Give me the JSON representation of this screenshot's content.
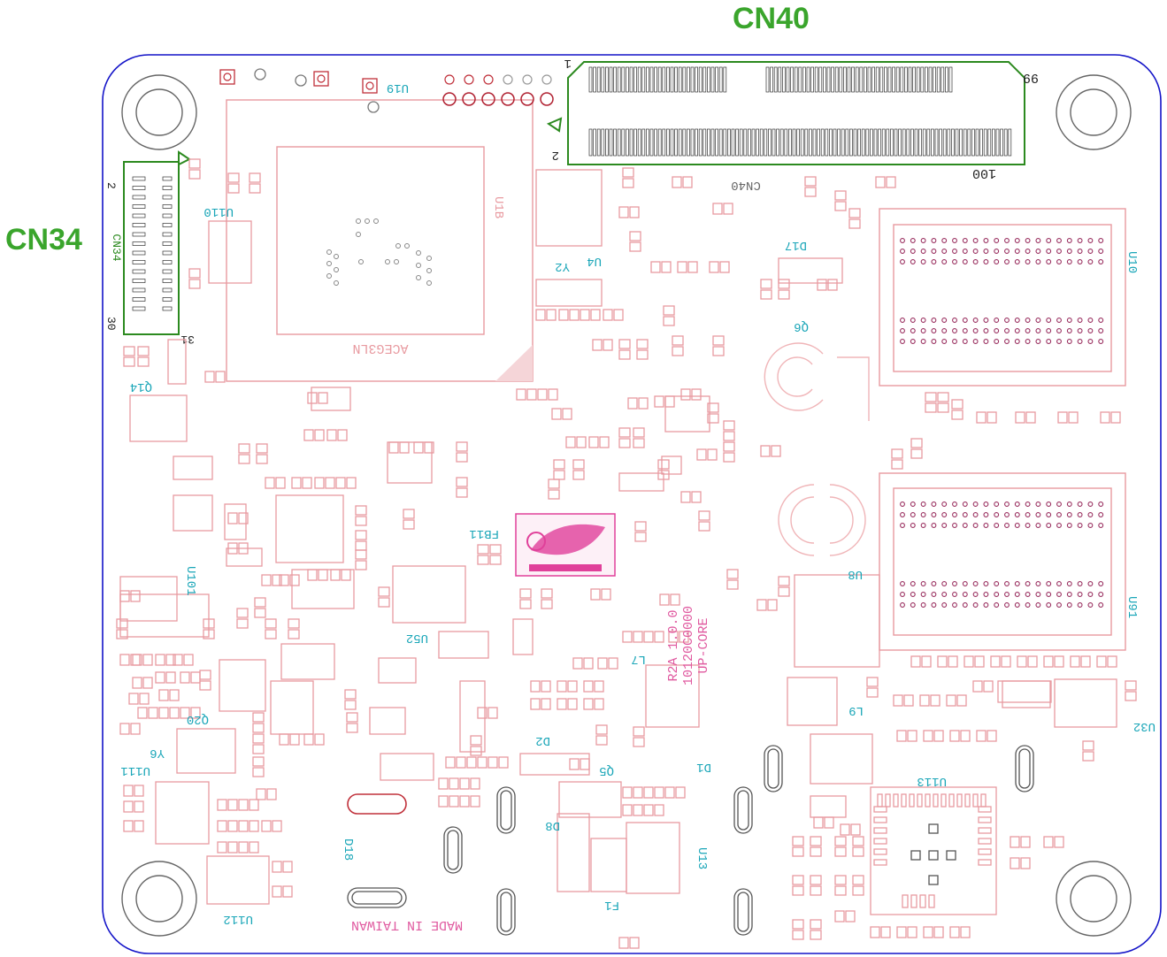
{
  "callouts": {
    "cn40": "CN40",
    "cn34": "CN34"
  },
  "board_text": {
    "made_in": "MADE IN TAIWAN",
    "board_name": "UP-CORE",
    "board_rev": "R2A 1.0.0",
    "board_code": "10120C0000",
    "soc": "ACEG3LN",
    "silk_cn40": "CN40",
    "silk_cn34": "CN34",
    "pin_99": "99",
    "pin_100": "100",
    "pin_1": "1",
    "pin_2": "2",
    "cn34_pin_2": "2",
    "cn34_pin_30": "30",
    "cn34_pin_31": "31",
    "u19": "U19",
    "u110": "U110",
    "u1b": "U1B",
    "y2": "Y2",
    "u4": "U4",
    "d17": "D17",
    "q6": "Q6",
    "u10": "U10",
    "u91": "U91",
    "q14": "Q14",
    "u101": "U101",
    "u52": "U52",
    "fb11": "FB11",
    "u8": "U8",
    "l7": "L7",
    "l9": "L9",
    "u32": "U32",
    "d2": "D2",
    "q5": "Q5",
    "d1": "D1",
    "d8": "D8",
    "f1": "F1",
    "u13": "U13",
    "u113": "U113",
    "q20": "Q20",
    "y6": "Y6",
    "u111": "U111",
    "d18": "D18",
    "u112": "U112"
  },
  "colors": {
    "board_outline": "#1414c8",
    "silk_pink": "#e89aa0",
    "drill_dark": "#b02030",
    "connector_green": "#2c8a1f",
    "label_green": "#3aa52c",
    "ref_teal": "#1aa6b8",
    "magenta": "#e0409a"
  }
}
